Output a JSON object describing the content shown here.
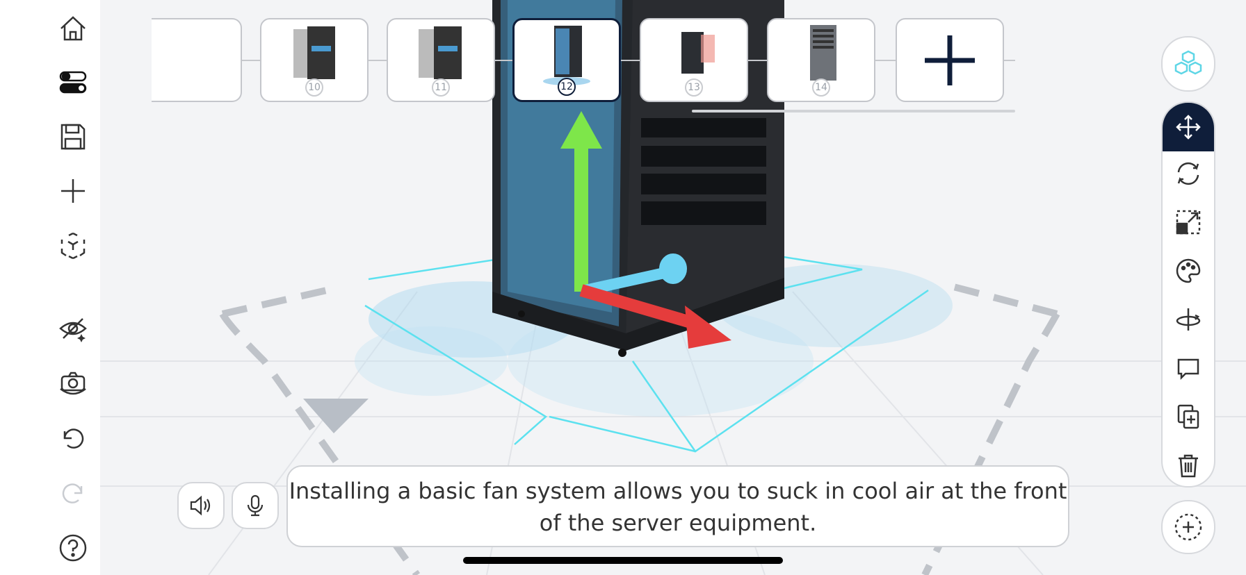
{
  "left_toolbar": {
    "items": [
      "home-icon",
      "toggle-icon",
      "save-icon",
      "add-icon",
      "ar-cube-icon",
      "hide-icon",
      "camera-rotate-icon",
      "undo-icon",
      "redo-icon",
      "help-icon"
    ]
  },
  "thumbnails": [
    {
      "label": "10",
      "selected": false
    },
    {
      "label": "11",
      "selected": false
    },
    {
      "label": "12",
      "selected": true
    },
    {
      "label": "13",
      "selected": false
    },
    {
      "label": "14",
      "selected": false
    }
  ],
  "right_toolbar": {
    "top": "cubes-icon",
    "tools": [
      "move-icon",
      "rotate-icon",
      "scale-icon",
      "palette-icon",
      "orbit-icon",
      "comment-icon",
      "duplicate-icon",
      "trash-icon"
    ],
    "bottom": "add-anchor-icon"
  },
  "caption": {
    "text": "Installing a basic fan system allows you to suck in cool air at the front of the server equipment."
  },
  "colors": {
    "navy": "#0f1e3a",
    "axis_y": "#7ee64a",
    "axis_x": "#e53c3c",
    "axis_z": "#6dd2f2",
    "airflow": "#5ce1ef"
  }
}
